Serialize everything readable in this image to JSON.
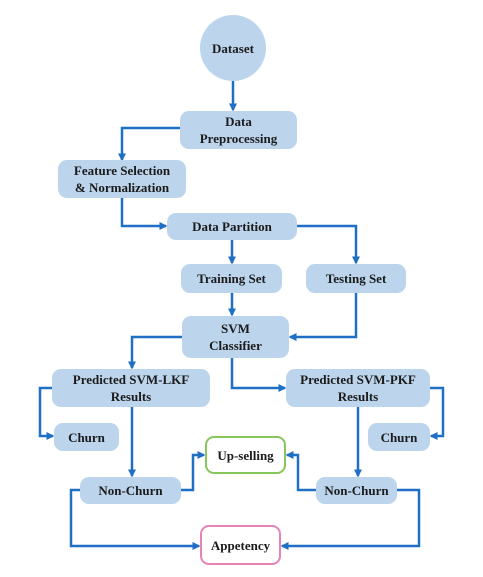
{
  "colors": {
    "node_fill": "#bcd5ec",
    "arrow": "#1f6fc4",
    "upselling_border": "#86c65a",
    "appetency_border": "#e684b6"
  },
  "nodes": {
    "dataset": "Dataset",
    "preprocessing": "Data\nPreprocessing",
    "feature_selection": "Feature Selection\n& Normalization",
    "data_partition": "Data Partition",
    "training_set": "Training Set",
    "testing_set": "Testing Set",
    "svm_classifier": "SVM\nClassifier",
    "predicted_lkf": "Predicted SVM-LKF\nResults",
    "predicted_pkf": "Predicted SVM-PKF\nResults",
    "churn_left": "Churn",
    "churn_right": "Churn",
    "nonchurn_left": "Non-Churn",
    "nonchurn_right": "Non-Churn",
    "upselling": "Up-selling",
    "appetency": "Appetency"
  }
}
